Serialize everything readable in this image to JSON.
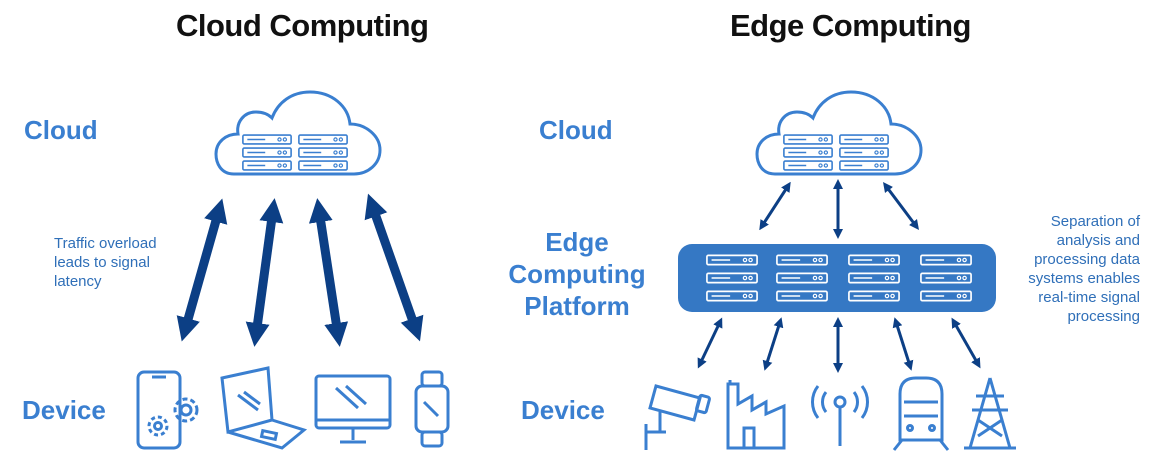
{
  "colors": {
    "accent_light": "#3a7fd0",
    "platform_fill": "#3578c4",
    "arrow": "#0c3f85",
    "title": "#111111"
  },
  "cloud_computing": {
    "title": "Cloud Computing",
    "cloud_label": "Cloud",
    "device_label": "Device",
    "note_lines": [
      "Traffic overload",
      "leads to signal",
      "latency"
    ],
    "devices": [
      "smartphone-icon",
      "laptop-icon",
      "monitor-icon",
      "smartwatch-icon"
    ]
  },
  "edge_computing": {
    "title": "Edge Computing",
    "cloud_label": "Cloud",
    "platform_label_lines": [
      "Edge",
      "Computing",
      "Platform"
    ],
    "device_label": "Device",
    "note_lines": [
      "Separation of",
      "analysis and",
      "processing data",
      "systems enables",
      "real-time signal",
      "processing"
    ],
    "devices": [
      "cctv-camera-icon",
      "factory-icon",
      "antenna-icon",
      "train-icon",
      "power-tower-icon"
    ]
  }
}
